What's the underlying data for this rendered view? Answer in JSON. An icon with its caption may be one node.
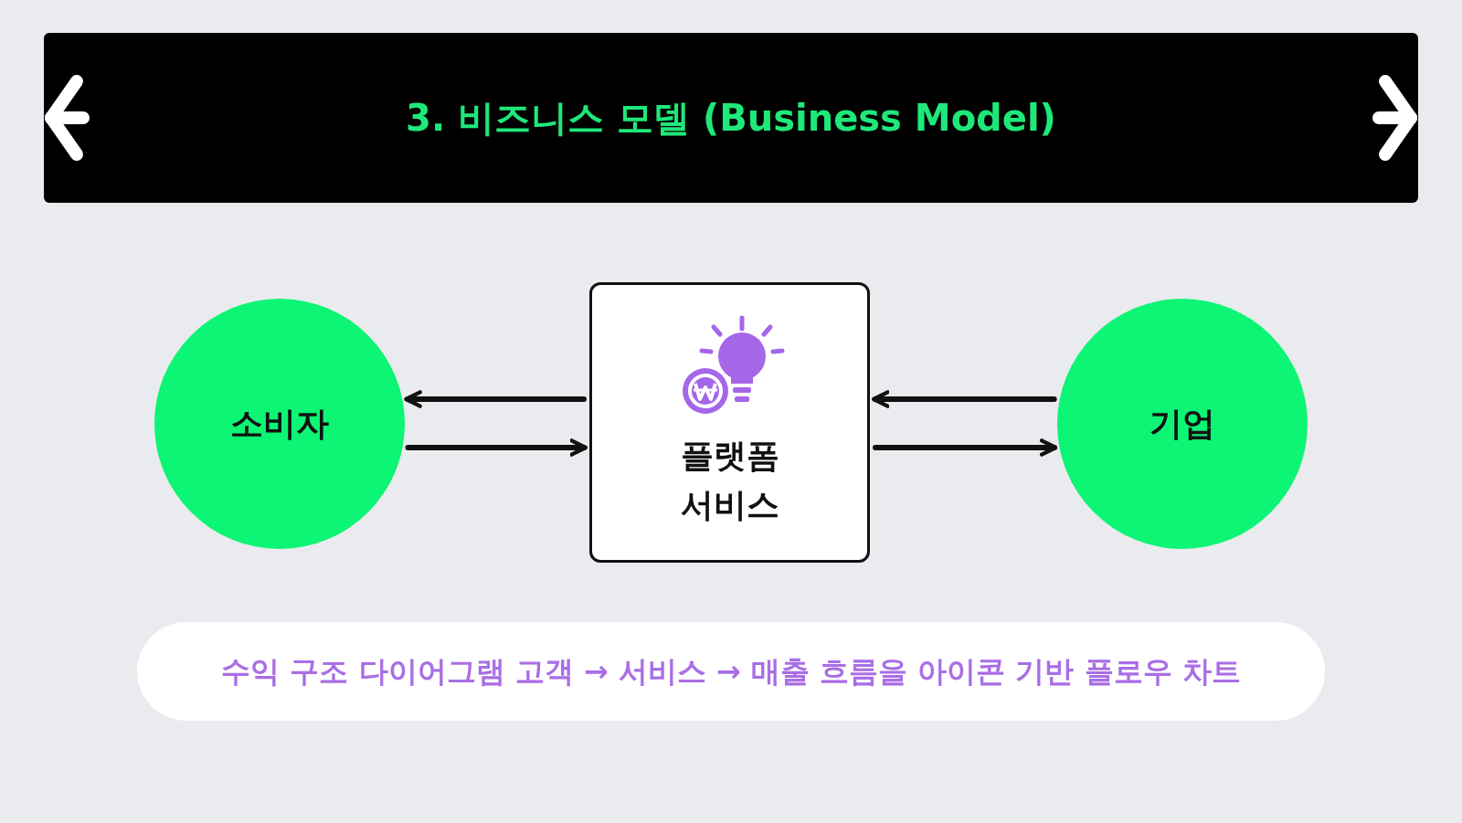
{
  "diagram": {
    "title": "3. 비즈니스 모델 (Business Model)",
    "caption": "수익 구조 다이어그램 고객 → 서비스 → 매출 흐름을 아이콘 기반 플로우 차트",
    "nodes": [
      {
        "text": [
          "소비자"
        ]
      },
      {
        "text": [
          "플랫폼 서비스"
        ]
      },
      {
        "text": [
          "기업"
        ]
      }
    ],
    "edges": [
      {
        "from": 1,
        "to": 0,
        "arrow": "to"
      },
      {
        "from": 0,
        "to": 1,
        "arrow": "to"
      },
      {
        "from": 2,
        "to": 1,
        "arrow": "to"
      },
      {
        "from": 1,
        "to": 2,
        "arrow": "to"
      }
    ]
  }
}
